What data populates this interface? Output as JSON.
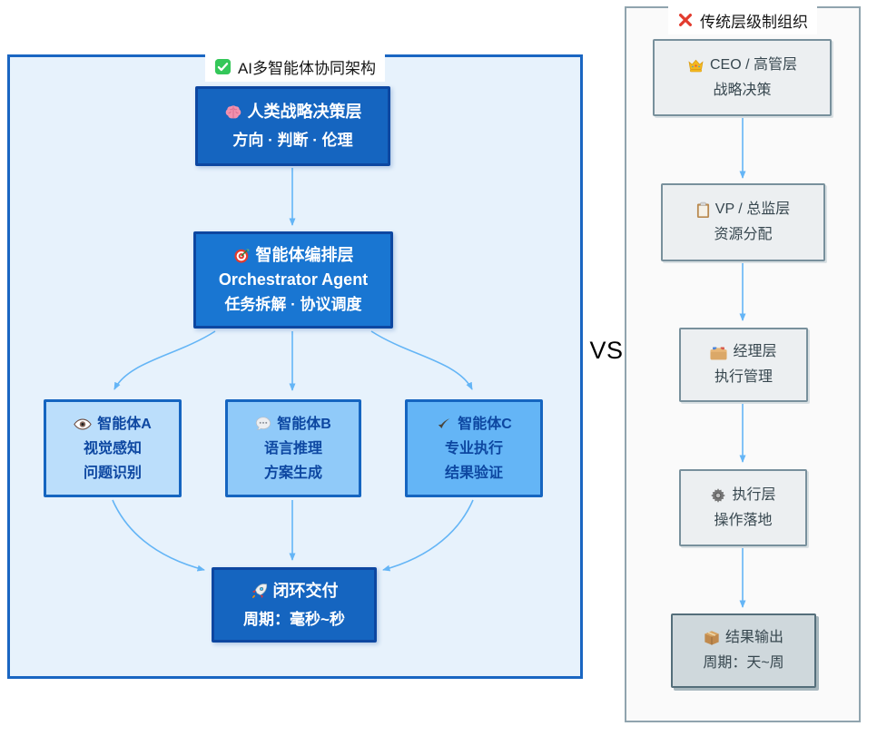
{
  "comparison": {
    "vs_label": "VS"
  },
  "colors": {
    "left_panel_bg": "#E7F2FC",
    "left_panel_border": "#1A66C2",
    "dark_node_bg": "#1565C0",
    "dark_node_border": "#0D47A1",
    "orchestrator_bg": "#1976D2",
    "agent_a_bg": "#BBDEFB",
    "agent_b_bg": "#90CAF9",
    "agent_c_bg": "#64B5F6",
    "agent_text": "#0D47A1",
    "arrow": "#64B5F6",
    "right_panel_bg": "#FAFAFA",
    "right_panel_border": "#90A4AE",
    "gray_node_bg": "#ECEFF1",
    "gray_node_border": "#78909C",
    "output_node_bg": "#CFD8DC",
    "gray_text": "#37474F",
    "success_green": "#34C759",
    "error_red": "#E23B2E"
  },
  "icons": {
    "check-badge-icon": "✅",
    "cross-mark-icon": "❌",
    "brain-icon": "🧠",
    "target-icon": "🎯",
    "eye-icon": "👁️",
    "speech-bubble-icon": "💬",
    "check-mark-icon": "✔️",
    "rocket-icon": "🚀",
    "crown-icon": "👑",
    "clipboard-icon": "📋",
    "card-index-icon": "🗂️",
    "gear-icon": "⚙️",
    "package-icon": "📦"
  },
  "left_panel": {
    "title": "AI多智能体协同架构",
    "nodes": {
      "human": {
        "line1": "人类战略决策层",
        "line2": "方向 · 判断 · 伦理"
      },
      "orchestrator": {
        "line1": "智能体编排层",
        "line2": "Orchestrator Agent",
        "line3": "任务拆解 · 协议调度"
      },
      "agent_a": {
        "line1": "智能体A",
        "line2": "视觉感知",
        "line3": "问题识别"
      },
      "agent_b": {
        "line1": "智能体B",
        "line2": "语言推理",
        "line3": "方案生成"
      },
      "agent_c": {
        "line1": "智能体C",
        "line2": "专业执行",
        "line3": "结果验证"
      },
      "delivery": {
        "line1": "闭环交付",
        "line2": "周期：毫秒~秒"
      }
    }
  },
  "right_panel": {
    "title": "传统层级制组织",
    "nodes": {
      "ceo": {
        "line1": "CEO / 高管层",
        "line2": "战略决策"
      },
      "vp": {
        "line1": "VP / 总监层",
        "line2": "资源分配"
      },
      "manager": {
        "line1": "经理层",
        "line2": "执行管理"
      },
      "executor": {
        "line1": "执行层",
        "line2": "操作落地"
      },
      "output": {
        "line1": "结果输出",
        "line2": "周期：天~周"
      }
    }
  }
}
